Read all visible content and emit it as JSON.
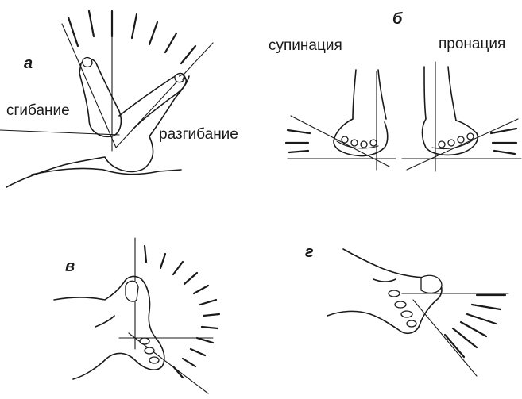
{
  "panels": {
    "a": {
      "letter": "а",
      "flexion": "сгибание",
      "extension": "разгибание"
    },
    "b": {
      "letter": "б",
      "supination": "супинация",
      "pronation": "пронация"
    },
    "v": {
      "letter": "в"
    },
    "g": {
      "letter": "г"
    }
  },
  "colors": {
    "ink": "#1a1a1a",
    "background": "#ffffff"
  }
}
